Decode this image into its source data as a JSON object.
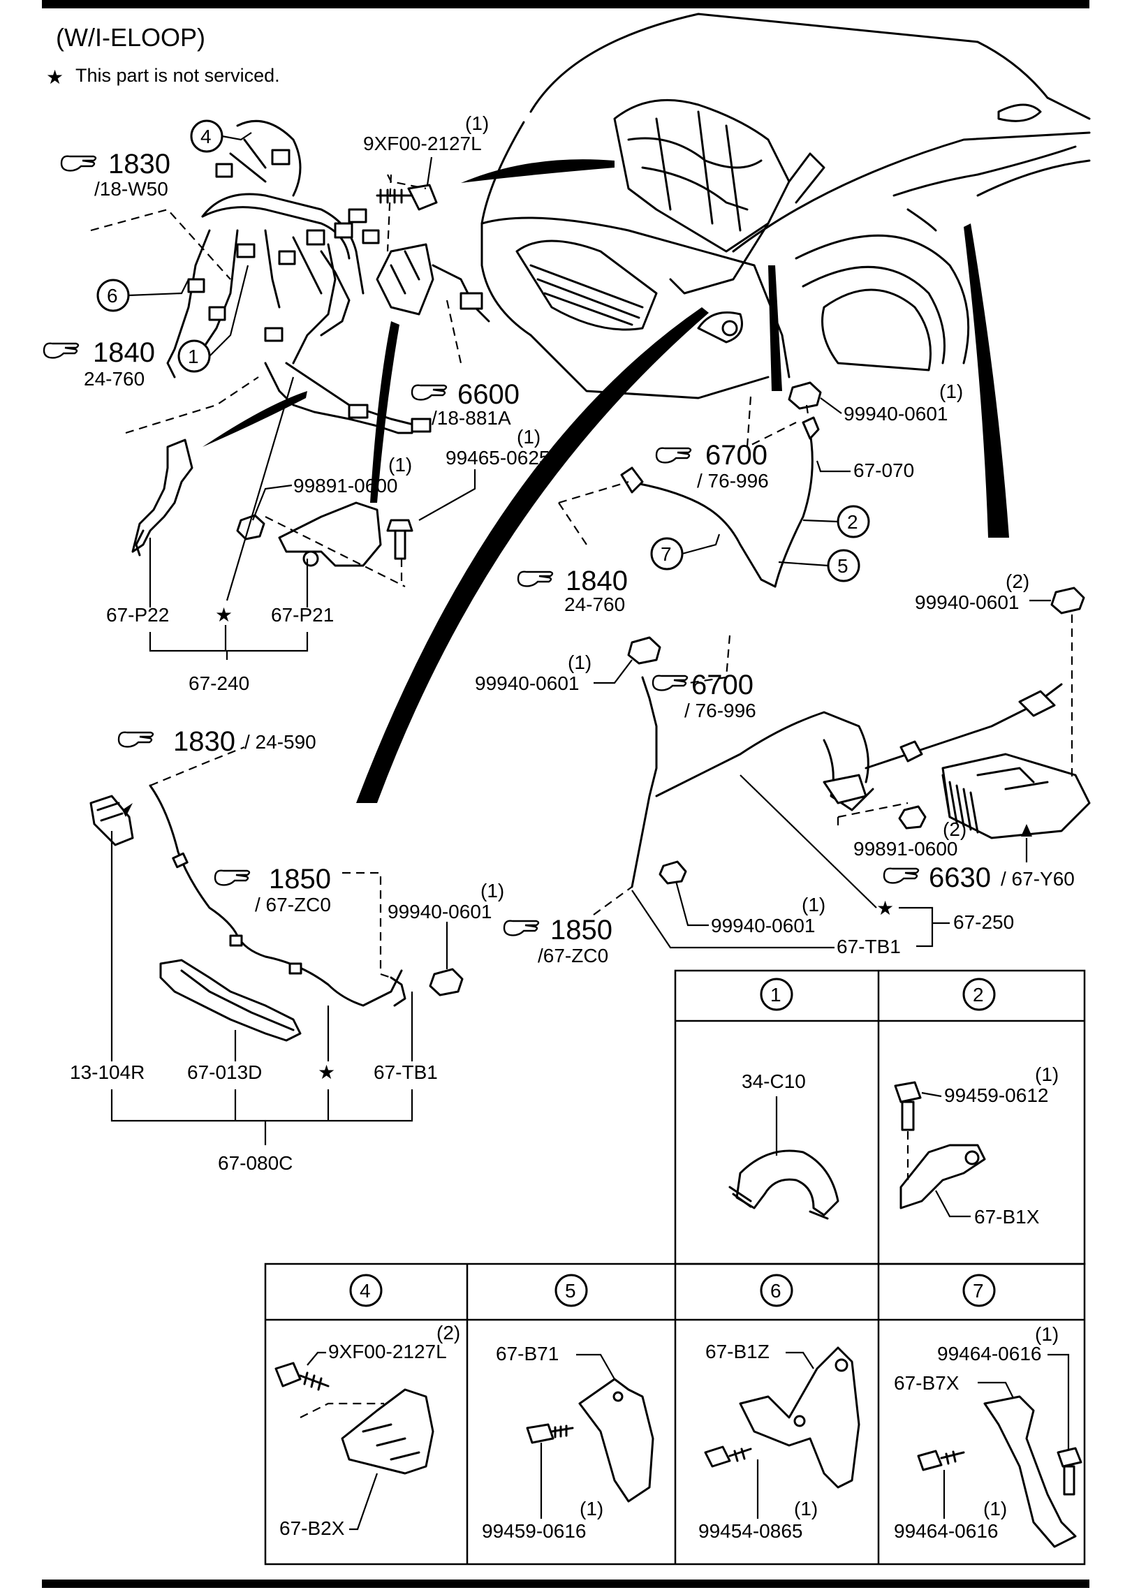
{
  "header": {
    "title": "(W/I-ELOOP)",
    "note": "This part is not serviced."
  },
  "callouts": {
    "c1830a": {
      "num": "1830",
      "sub": "/18-W50"
    },
    "c1840a": {
      "num": "1840",
      "sub": "24-760"
    },
    "c6600": {
      "num": "6600",
      "sub": "/18-881A"
    },
    "c6700a": {
      "num": "6700",
      "sub": "/ 76-996"
    },
    "c1840b": {
      "num": "1840",
      "sub": "24-760"
    },
    "c6700b": {
      "num": "6700",
      "sub": "/ 76-996"
    },
    "c1830b": {
      "num": "1830",
      "sub": "/ 24-590"
    },
    "c1850a": {
      "num": "1850",
      "sub": "/ 67-ZC0"
    },
    "c1850b": {
      "num": "1850",
      "sub": "/67-ZC0"
    },
    "c6630": {
      "num": "6630",
      "sub": "/ 67-Y60"
    }
  },
  "parts": {
    "p9xf00_2127l": "9XF00-2127L",
    "p9xf00_2127l_qty": "(1)",
    "p99891_0600a": "99891-0600",
    "p99891_0600a_qty": "(1)",
    "p99465_0625": "99465-0625",
    "p99465_0625_qty": "(1)",
    "p67_p22": "67-P22",
    "p67_p21": "67-P21",
    "p67_240": "67-240",
    "p99940_0601a": "99940-0601",
    "p99940_0601a_qty": "(1)",
    "p67_070": "67-070",
    "p99940_0601b": "99940-0601",
    "p99940_0601b_qty": "(2)",
    "p99940_0601c": "99940-0601",
    "p99940_0601c_qty": "(1)",
    "p99891_0600b": "99891-0600",
    "p99891_0600b_qty": "(2)",
    "p99940_0601d": "99940-0601",
    "p99940_0601d_qty": "(1)",
    "p67_250": "67-250",
    "p67_tb1a": "67-TB1",
    "p99940_0601e": "99940-0601",
    "p99940_0601e_qty": "(1)",
    "p13_104r": "13-104R",
    "p67_013d": "67-013D",
    "p67_tb1b": "67-TB1",
    "p67_080c": "67-080C"
  },
  "circles": [
    "1",
    "2",
    "4",
    "5",
    "6",
    "7"
  ],
  "star": "★",
  "detail_table": {
    "boxes": [
      {
        "id": "1",
        "labels": [
          "34-C10"
        ]
      },
      {
        "id": "2",
        "labels": [
          "99459-0612",
          "(1)",
          "67-B1X"
        ]
      },
      {
        "id": "4",
        "labels": [
          "9XF00-2127L",
          "(2)",
          "67-B2X"
        ]
      },
      {
        "id": "5",
        "labels": [
          "67-B71",
          "99459-0616",
          "(1)"
        ]
      },
      {
        "id": "6",
        "labels": [
          "67-B1Z",
          "99454-0865",
          "(1)"
        ]
      },
      {
        "id": "7",
        "labels": [
          "99464-0616",
          "(1)",
          "67-B7X",
          "99464-0616",
          "(1)"
        ]
      }
    ]
  }
}
